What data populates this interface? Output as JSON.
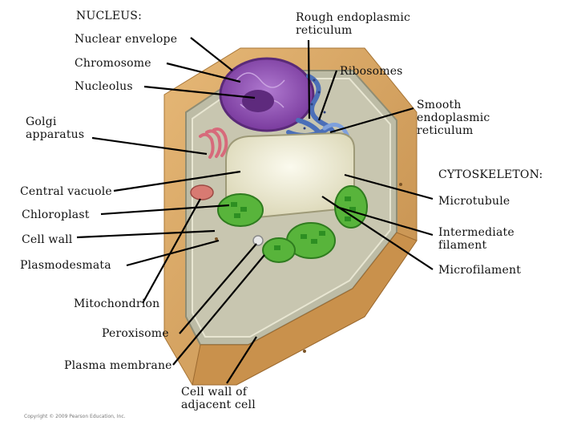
{
  "labels": {
    "nucleus": "NUCLEUS:",
    "nuclear_envelope": "Nuclear envelope",
    "chromosome": "Chromosome",
    "nucleolus": "Nucleolus",
    "golgi": "Golgi\napparatus",
    "central_vacuole": "Central vacuole",
    "chloroplast": "Chloroplast",
    "cell_wall": "Cell wall",
    "plasmodesmata": "Plasmodesmata",
    "mitochondrion": "Mitochondrion",
    "peroxisome": "Peroxisome",
    "plasma_membrane": "Plasma membrane",
    "cell_wall_adjacent": "Cell wall of\nadjacent cell",
    "rough_er": "Rough endoplasmic\nreticulum",
    "ribosomes": "Ribosomes",
    "smooth_er": "Smooth\nendoplasmic\nreticulum",
    "cytoskeleton": "CYTOSKELETON:",
    "microtubule": "Microtubule",
    "intermediate_filament": "Intermediate\nfilament",
    "microfilament": "Microfilament"
  },
  "copyright": "Copyright © 2009 Pearson Education, Inc.",
  "colors": {
    "cell_wall": "#d9a766",
    "cell_wall_dark": "#b98443",
    "cytoplasm": "#c9c7b0",
    "nucleus": "#8e4fb0",
    "nucleolus": "#5e2a7d",
    "er": "#5a7fc4",
    "golgi": "#d9707e",
    "vacuole": "#f1efd8",
    "chloroplast": "#55b03a",
    "mitochondrion": "#d87a72",
    "leader_line": "#000000"
  }
}
